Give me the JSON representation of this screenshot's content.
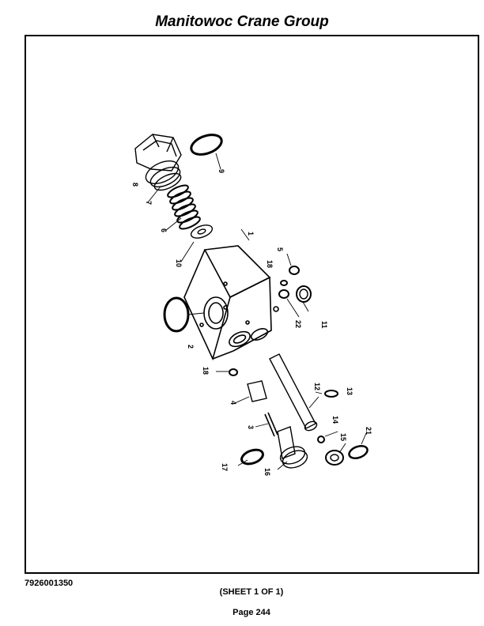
{
  "header": {
    "title": "Manitowoc Crane Group"
  },
  "footer": {
    "part_number": "7926001350",
    "sheet": "(SHEET 1 OF 1)",
    "page": "Page 244"
  },
  "diagram": {
    "callouts": {
      "c1": "1",
      "c2": "2",
      "c3": "3",
      "c4": "4",
      "c5": "5",
      "c6": "6",
      "c7": "7",
      "c8": "8",
      "c9": "9",
      "c10": "10",
      "c11": "11",
      "c12": "12",
      "c13": "13",
      "c14": "14",
      "c15": "15",
      "c16": "16",
      "c17": "17",
      "c18a": "18",
      "c18b": "18",
      "c21": "21",
      "c22": "22"
    }
  }
}
